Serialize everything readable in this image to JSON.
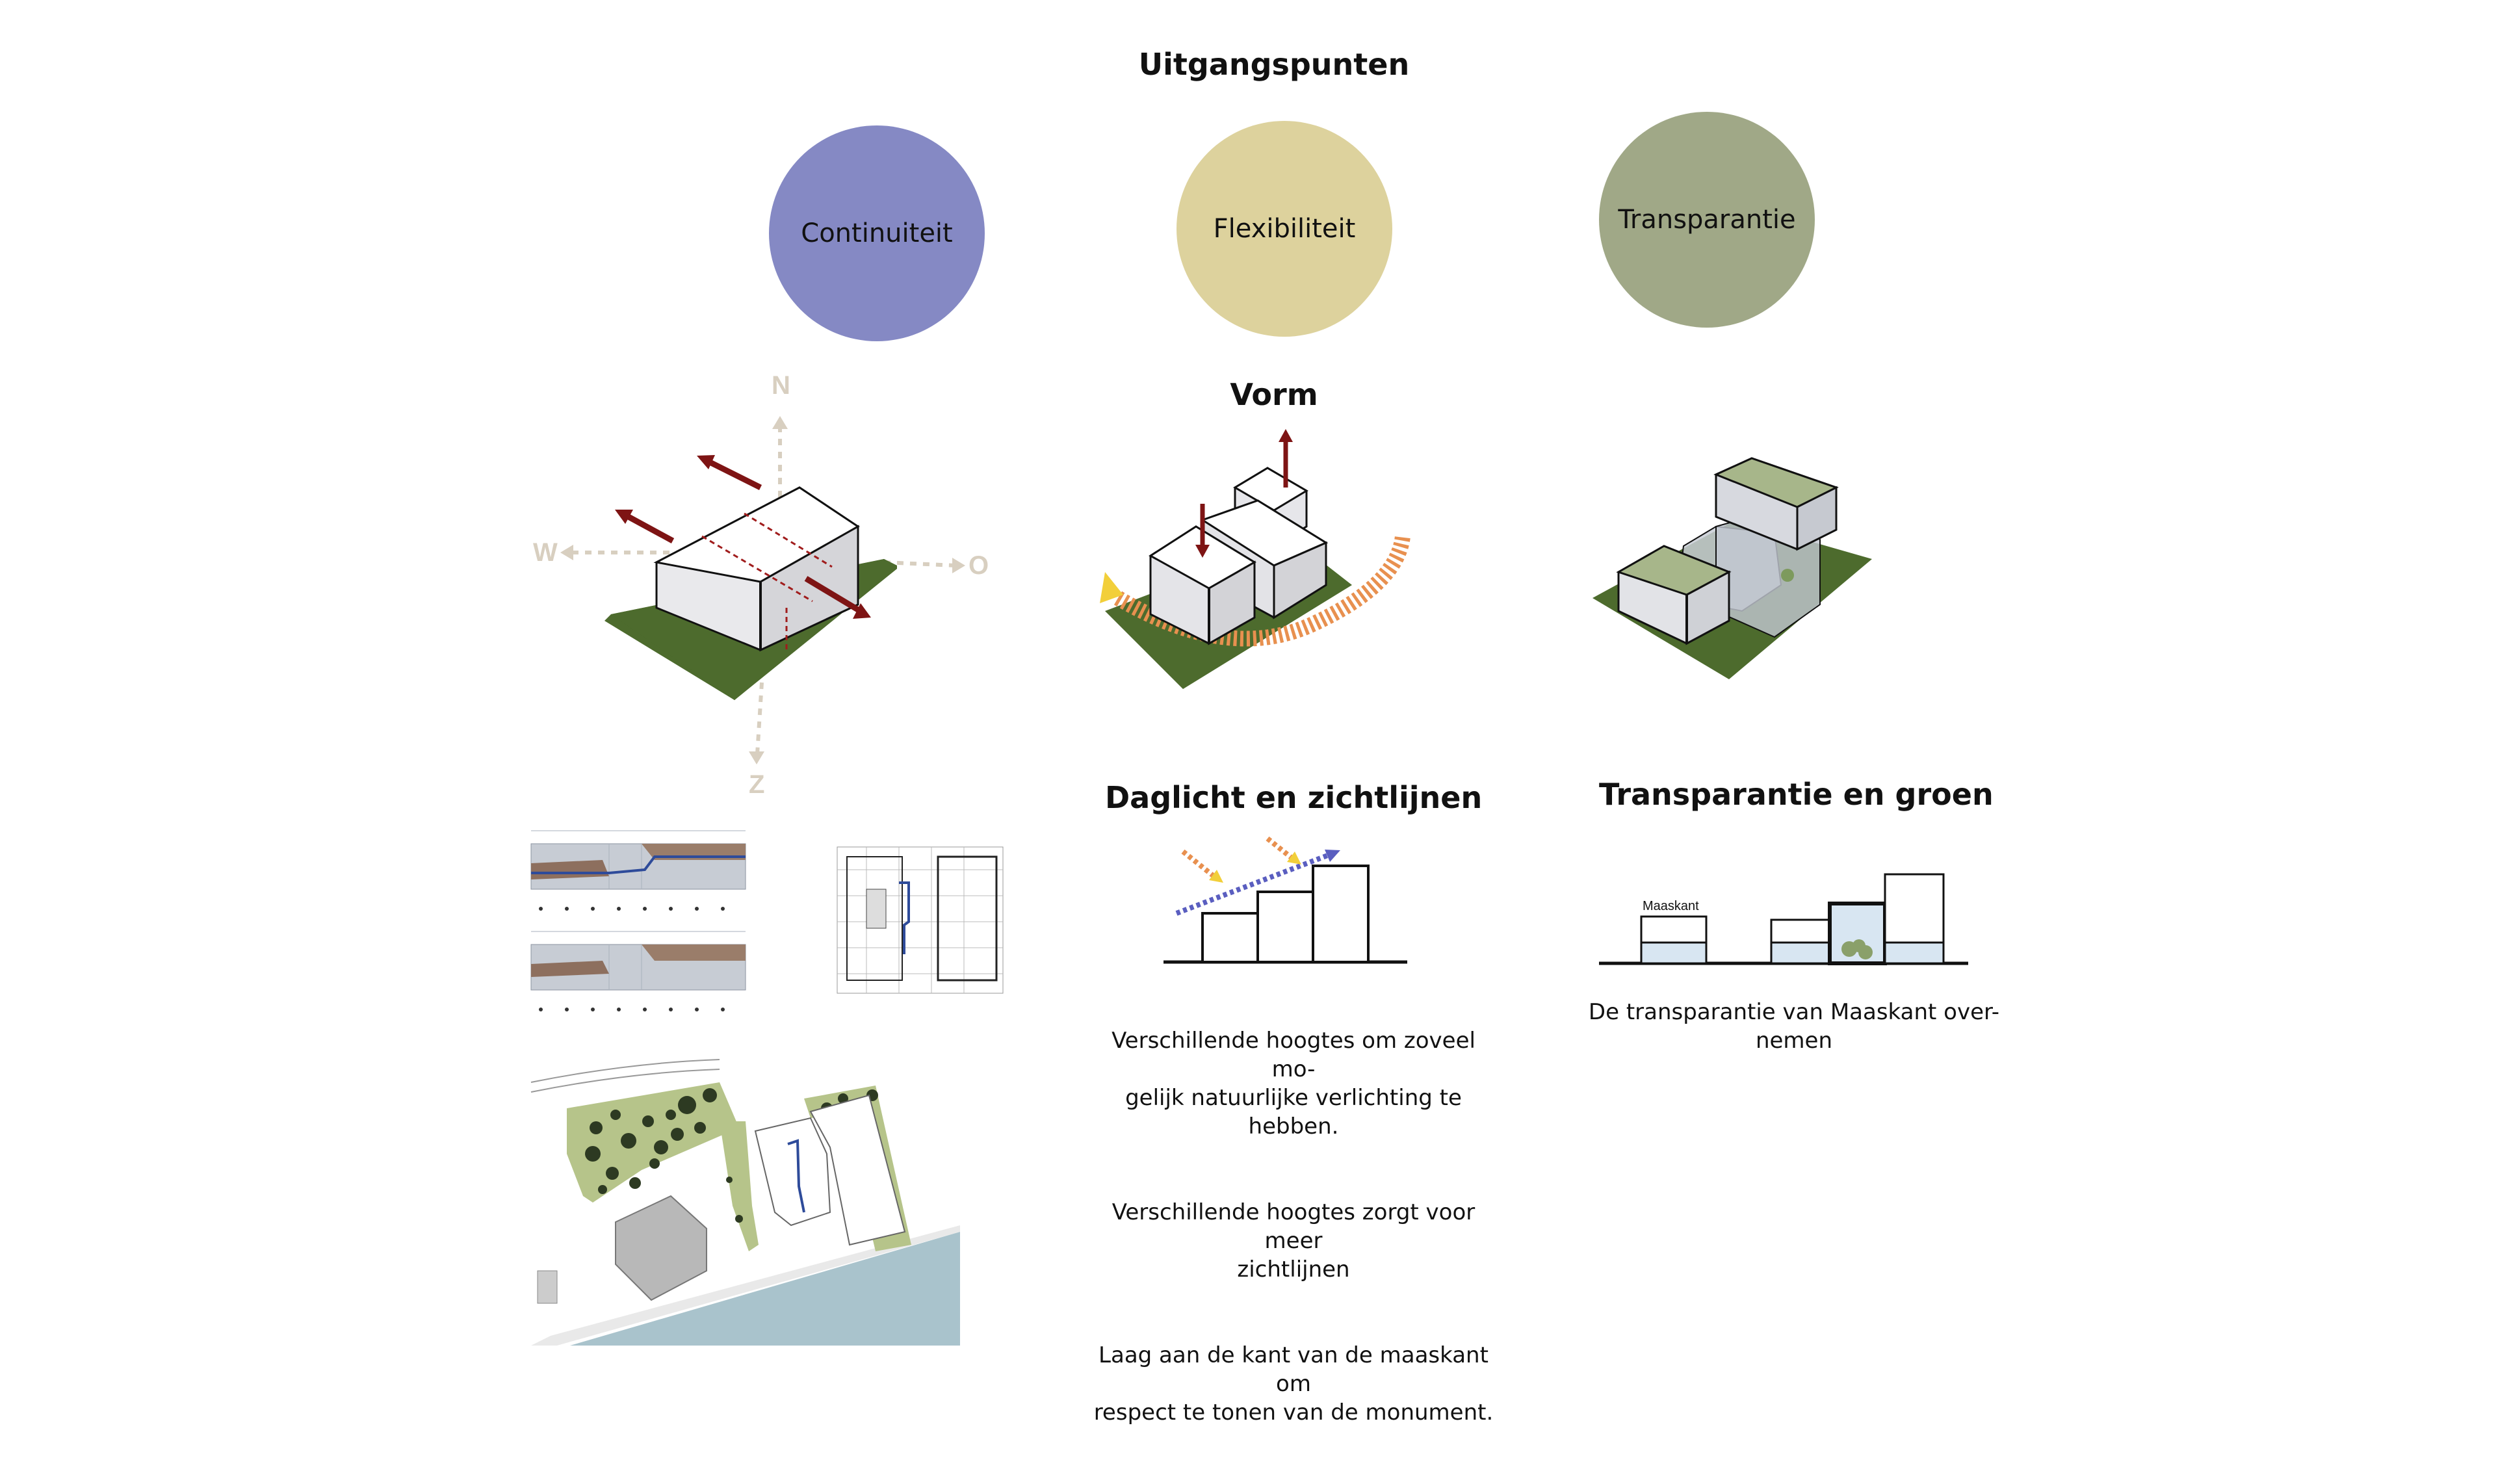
{
  "headings": {
    "main": "Uitgangspunten",
    "form": "Vorm",
    "daylight": "Daglicht en zichtlijnen",
    "transparency": "Transparantie en groen"
  },
  "principles": [
    {
      "label": "Continuiteit",
      "color": "#8589c4"
    },
    {
      "label": "Flexibiliteit",
      "color": "#ddd29d"
    },
    {
      "label": "Transparantie",
      "color": "#a0a887"
    }
  ],
  "compass": {
    "north": "N",
    "west": "W",
    "east": "O",
    "south": "Z"
  },
  "daylight_captions": [
    "Verschillende hoogtes om zoveel mo-\ngelijk natuurlijke verlichting te hebben.",
    "Verschillende hoogtes zorgt voor meer\nzichtlijnen",
    "Laag aan de kant van de maaskant om\nrespect te tonen van de monument."
  ],
  "transparency_caption": "De transparantie van Maaskant over-\nnemen",
  "maaskant_label": "Maaskant",
  "colors": {
    "ground_green": "#4d6b2d",
    "arrow_red": "#7e1414",
    "compass_beige": "#d8cfc0",
    "roof_green": "#a7b68a",
    "water": "#a9c3cc",
    "park_green": "#b6c48a",
    "tree_dark": "#2d3a22",
    "sun_orange": "#e8904f",
    "sun_yellow": "#f2cf3a",
    "view_blue": "#5a5ec0"
  }
}
